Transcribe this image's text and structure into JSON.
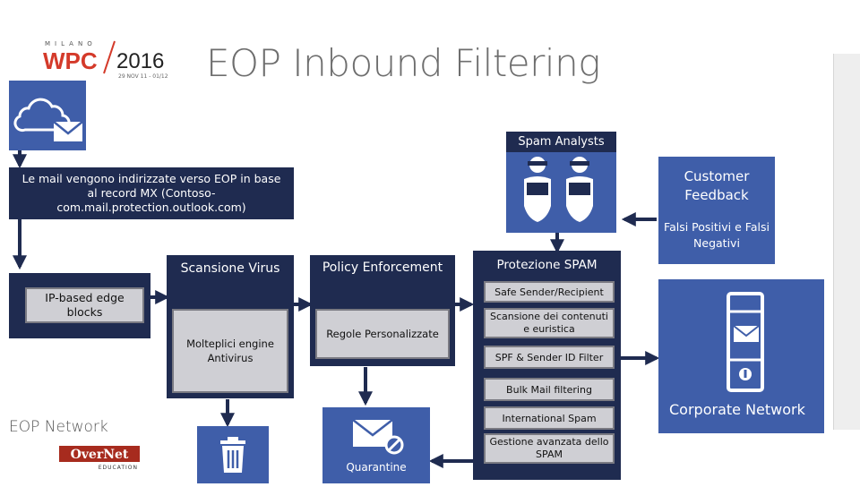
{
  "header": {
    "title": "EOP Inbound Filtering",
    "logo": {
      "city": "MILANO",
      "brand": "WPC",
      "year": "2016",
      "dates": "29 NOV 11 - 01/12"
    }
  },
  "boxes": {
    "spam_analysts": "Spam Analysts",
    "routing_note": "Le mail vengono indirizzate verso EOP in base al record MX (Contoso-com.mail.protection.outlook.com)",
    "customer_feedback": "Customer Feedback",
    "false_positives": "Falsi Positivi e Falsi Negativi",
    "ip_blocks": "IP-based edge blocks",
    "virus_scan": "Scansione Virus",
    "antivirus_engines": "Molteplici engine Antivirus",
    "policy_enforcement": "Policy Enforcement",
    "custom_rules": "Regole Personalizzate",
    "spam_protection": "Protezione SPAM",
    "safe_sender": "Safe Sender/Recipient",
    "content_scan": "Scansione dei contenuti e euristica",
    "spf": "SPF & Sender ID Filter",
    "bulk_mail": "Bulk Mail filtering",
    "international_spam": "International Spam",
    "advanced_spam": "Gestione avanzata dello SPAM",
    "quarantine": "Quarantine",
    "corporate_network": "Corporate Network",
    "eop_network": "EOP Network"
  },
  "footer_logo": {
    "text": "OverNet",
    "sub": "EDUCATION"
  },
  "colors": {
    "blue": "#3f5ea9",
    "navy": "#1f2b50",
    "grey": "#cfcfd4",
    "arrow": "#1f2b50"
  }
}
